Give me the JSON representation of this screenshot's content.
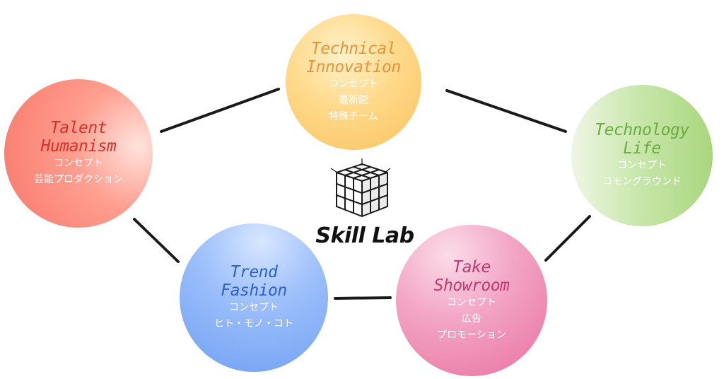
{
  "nodes": {
    "technical": {
      "title": "Technical\nInnovation",
      "concept": "コンセプト",
      "desc": "最新鋭\n特殊チーム",
      "color": "#f9c25e"
    },
    "talent": {
      "title": "Talent\nHumanism",
      "concept": "コンセプト",
      "desc": "芸能プロダクション",
      "color": "#f8776a"
    },
    "tech_life": {
      "title": "Technology\nLife",
      "concept": "コンセプト",
      "desc": "コモングラウンド",
      "color": "#a9d67e"
    },
    "trend": {
      "title": "Trend\nFashion",
      "concept": "コンセプト",
      "desc": "ヒト・モノ・コト",
      "color": "#6f9ff2"
    },
    "take": {
      "title": "Take\nShowroom",
      "concept": "コンセプト",
      "desc": "広告\nプロモーション",
      "color": "#e9709c"
    }
  },
  "logo": {
    "text": "Skill Lab",
    "icon": "rubiks-cube-icon"
  }
}
